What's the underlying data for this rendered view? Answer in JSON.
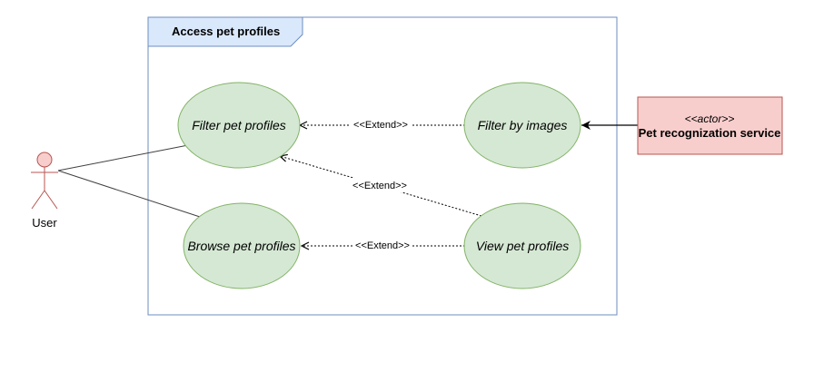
{
  "frame": {
    "title": "Access pet profiles",
    "border_color": "#6c8ebf",
    "tab_fill": "#dae8fc"
  },
  "actors": {
    "user": {
      "label": "User",
      "color": "#b85450",
      "fill": "#f8cecc"
    },
    "service": {
      "stereotype": "<<actor>>",
      "name": "Pet recognization service",
      "fill": "#f8cecc",
      "border": "#b85450"
    }
  },
  "use_cases": {
    "filter_profiles": "Filter pet profiles",
    "filter_images": "Filter by images",
    "browse_profiles": "Browse pet profiles",
    "view_profiles": "View pet profiles",
    "fill": "#d5e8d4",
    "border": "#82b366"
  },
  "relations": {
    "extend_1": "<<Extend>>",
    "extend_2": "<<Extend>>",
    "extend_3": "<<Extend>>"
  }
}
